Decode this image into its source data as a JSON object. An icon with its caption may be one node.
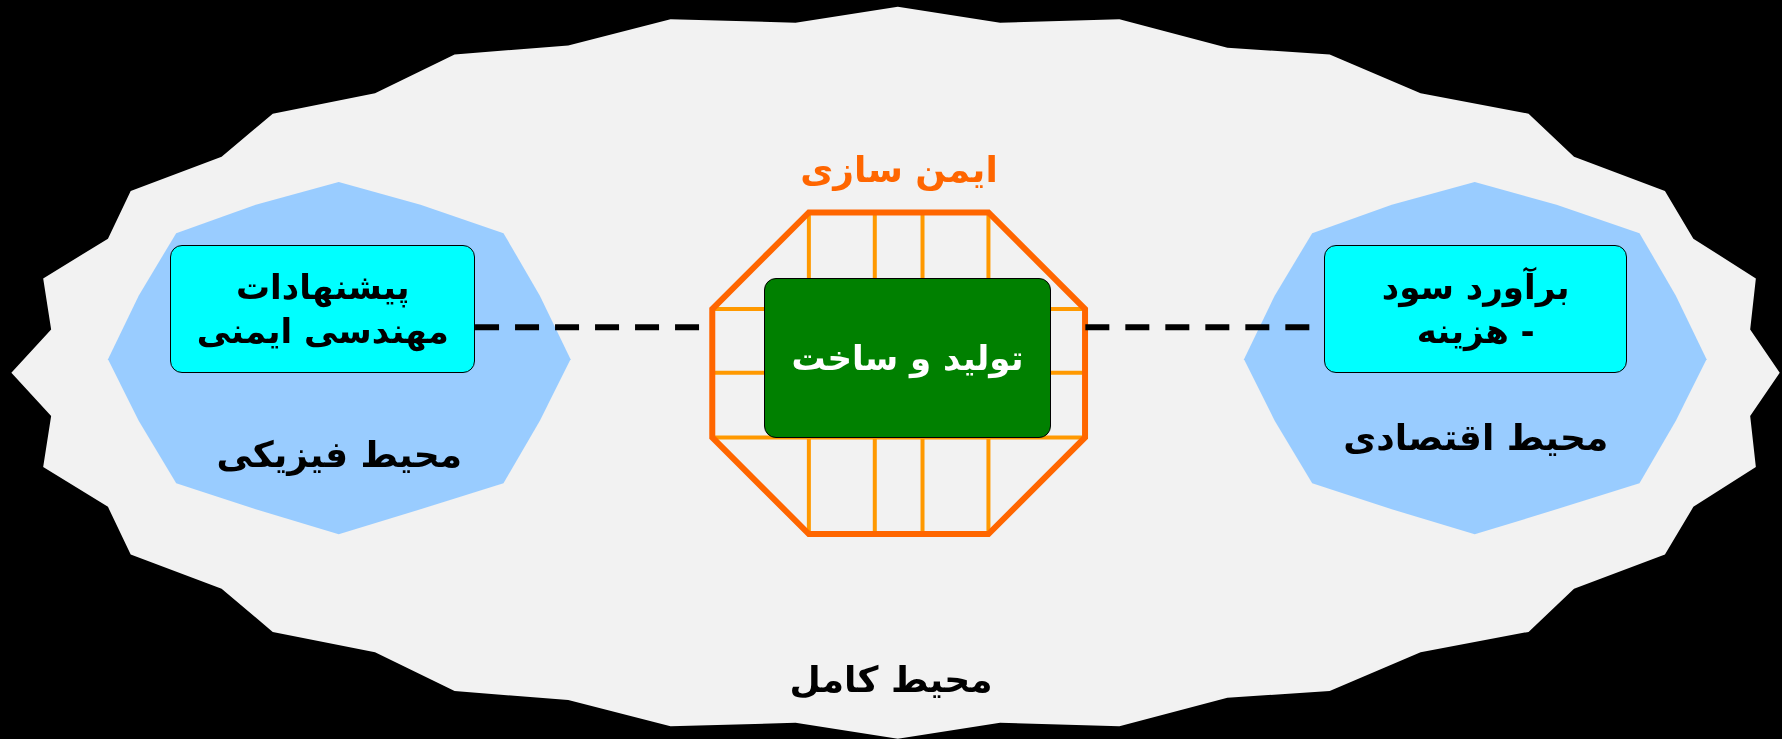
{
  "diagram": {
    "nodes": [
      {
        "text": [
          "محیط کامل"
        ]
      },
      {
        "text": [
          "محیط فیزیکی"
        ],
        "in": 0
      },
      {
        "text": [
          "پیشنهادات مهندسی ایمنی"
        ],
        "in": 1
      },
      {
        "text": [
          "محیط اقتصادی"
        ],
        "in": 0
      },
      {
        "text": [
          "برآورد سود - هزینه"
        ],
        "in": 3
      },
      {
        "text": [
          "ایمن سازی"
        ],
        "in": 0
      },
      {
        "text": [
          "تولید و ساخت"
        ],
        "in": 5
      }
    ],
    "edges": [
      {
        "from": 2,
        "to": 5,
        "arrow": "none",
        "style": "dashed"
      },
      {
        "from": 5,
        "to": 4,
        "arrow": "none",
        "style": "dashed"
      }
    ]
  }
}
